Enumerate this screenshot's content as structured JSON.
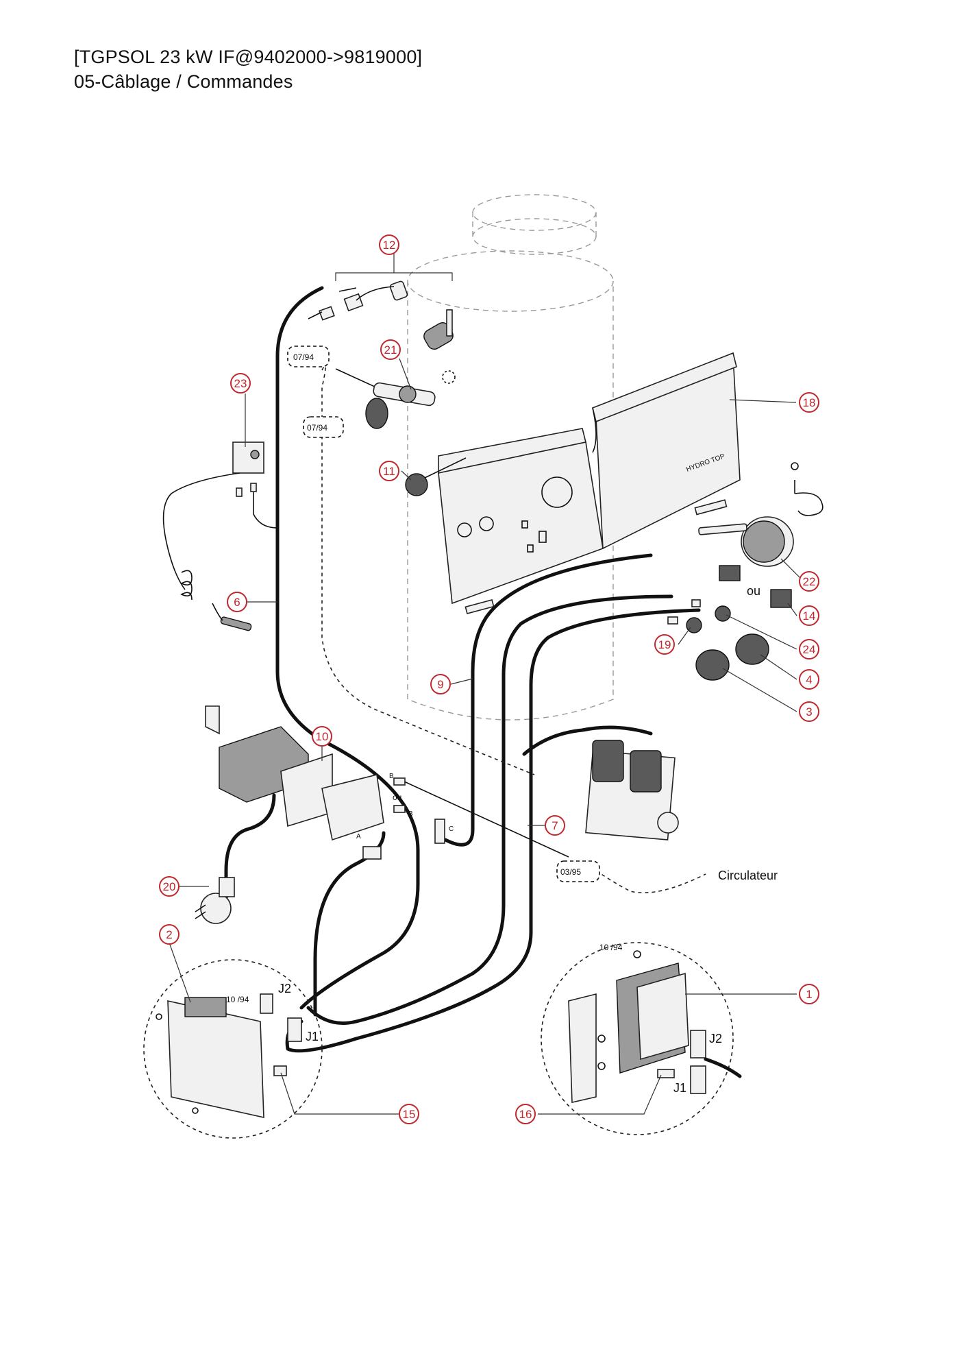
{
  "header": {
    "model_line": "[TGPSOL 23 kW IF@9402000->9819000]",
    "section_line": "05-Câblage / Commandes"
  },
  "callouts": [
    "12",
    "21",
    "23",
    "18",
    "11",
    "22",
    "14",
    "24",
    "6",
    "19",
    "4",
    "9",
    "3",
    "10",
    "7",
    "20",
    "2",
    "1",
    "15",
    "16"
  ],
  "date_marks": {
    "before_0794": "07/94",
    "after_0794": "07/94",
    "before_0395": "03/95",
    "after_1094_left": "10 /94",
    "after_1094_right": "10 /94"
  },
  "labels": {
    "circulator": "Circulateur",
    "or_switch": "ou",
    "or_card": "ou",
    "connector_j2_left": "J2",
    "connector_j1_left": "J1",
    "connector_j2_right": "J2",
    "connector_j1_right": "J1",
    "terminal_a": "A",
    "terminal_b_top": "B",
    "terminal_b_bottom": "B",
    "terminal_c": "C",
    "panel_brand": "HYDRO TOP"
  },
  "colors": {
    "callout": "#c0282d",
    "cable": "#111111",
    "ghost_tank": "#999999"
  }
}
